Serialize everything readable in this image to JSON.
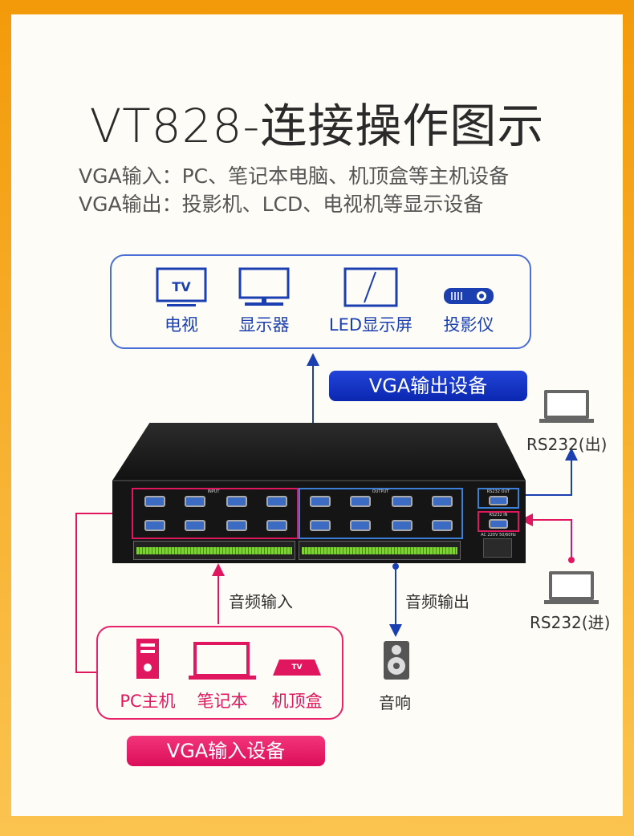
{
  "title": "VT828-连接操作图示",
  "subtitle_lines": [
    "VGA输入：PC、笔记本电脑、机顶盒等主机设备",
    "VGA输出：投影机、LCD、电视机等显示设备"
  ],
  "output_devices": [
    {
      "icon": "tv-icon",
      "label": "电视",
      "icon_text": "TV"
    },
    {
      "icon": "monitor-icon",
      "label": "显示器"
    },
    {
      "icon": "led-screen-icon",
      "label": "LED显示屏"
    },
    {
      "icon": "projector-icon",
      "label": "投影仪"
    }
  ],
  "output_badge": "VGA输出设备",
  "input_devices": [
    {
      "icon": "pc-tower-icon",
      "label": "PC主机"
    },
    {
      "icon": "laptop-icon",
      "label": "笔记本"
    },
    {
      "icon": "set-top-box-icon",
      "label": "机顶盒",
      "icon_text": "TV"
    }
  ],
  "input_badge": "VGA输入设备",
  "audio_in": "音频输入",
  "audio_out": "音频输出",
  "speaker": "音响",
  "rs232_out": "RS232(出)",
  "rs232_in": "RS232(进)",
  "device_panel": {
    "input": "INPUT",
    "output": "OUTPUT",
    "rs232_out": "RS232 OUT",
    "rs232_in": "RS232 IN",
    "power": "AC 220V 50/60Hz"
  },
  "colors": {
    "blue": "#1b3fb0",
    "pink": "#e0175e",
    "frame": "#f39a0a"
  }
}
